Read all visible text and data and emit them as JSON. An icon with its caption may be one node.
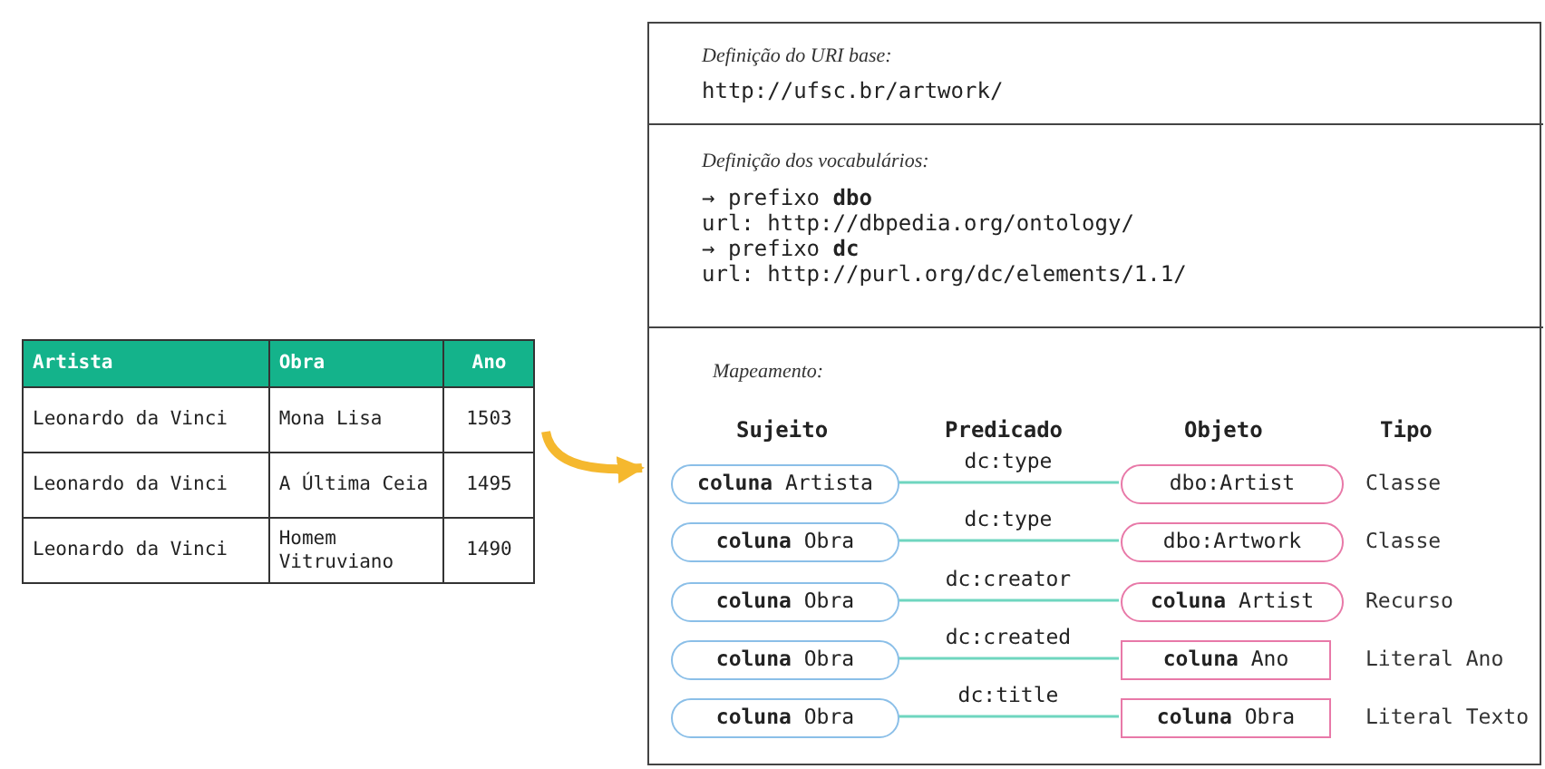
{
  "diagram": {
    "nodes": [
      {
        "text": [],
        "shape": "table"
      },
      {
        "text": [],
        "shape": "box"
      },
      {
        "text": [
          "Definição do URI base:",
          "http://ufsc.br/artwork/"
        ],
        "in": 1
      },
      {
        "text": [
          "Definição dos vocabulários:",
          "→ prefixo **dbo**",
          "url: http://dbpedia.org/ontology/",
          "→ prefixo **dc**",
          "url: http://purl.org/dc/elements/1.1/"
        ],
        "in": 1
      },
      {
        "text": [
          "Mapeamento:"
        ],
        "in": 1
      },
      {
        "text": [
          "**coluna** Artista"
        ],
        "in": 4
      },
      {
        "text": [
          "dbo:Artist"
        ],
        "in": 4
      },
      {
        "text": [
          "**coluna** Obra"
        ],
        "in": 4
      },
      {
        "text": [
          "dbo:Artwork"
        ],
        "in": 4
      },
      {
        "text": [
          "**coluna** Obra"
        ],
        "in": 4
      },
      {
        "text": [
          "**coluna** Artist"
        ],
        "in": 4
      },
      {
        "text": [
          "**coluna** Obra"
        ],
        "in": 4
      },
      {
        "text": [
          "**coluna** Ano"
        ],
        "in": 4
      },
      {
        "text": [
          "**coluna** Obra"
        ],
        "in": 4
      },
      {
        "text": [
          "**coluna** Obra"
        ],
        "in": 4
      }
    ],
    "edges": [
      {
        "from": 0,
        "to": 1,
        "arrow": "to",
        "style": "thick",
        "color": "#f5b82e"
      },
      {
        "from": 5,
        "to": 6,
        "arrow": "none",
        "label": "dc:type"
      },
      {
        "from": 7,
        "to": 8,
        "arrow": "none",
        "label": "dc:type"
      },
      {
        "from": 9,
        "to": 10,
        "arrow": "none",
        "label": "dc:creator"
      },
      {
        "from": 11,
        "to": 12,
        "arrow": "none",
        "label": "dc:created"
      },
      {
        "from": 13,
        "to": 14,
        "arrow": "none",
        "label": "dc:title"
      }
    ],
    "labels": [
      "Artista",
      "Obra",
      "Ano",
      "Leonardo da Vinci",
      "Mona Lisa",
      "1503",
      "Leonardo da Vinci",
      "A Última Ceia",
      "1495",
      "Leonardo da Vinci",
      "Homem Vitruviano",
      "1490",
      "Sujeito",
      "Predicado",
      "Objeto",
      "Tipo",
      "Classe",
      "Classe",
      "Recurso",
      "Literal Ano",
      "Literal Texto"
    ]
  }
}
